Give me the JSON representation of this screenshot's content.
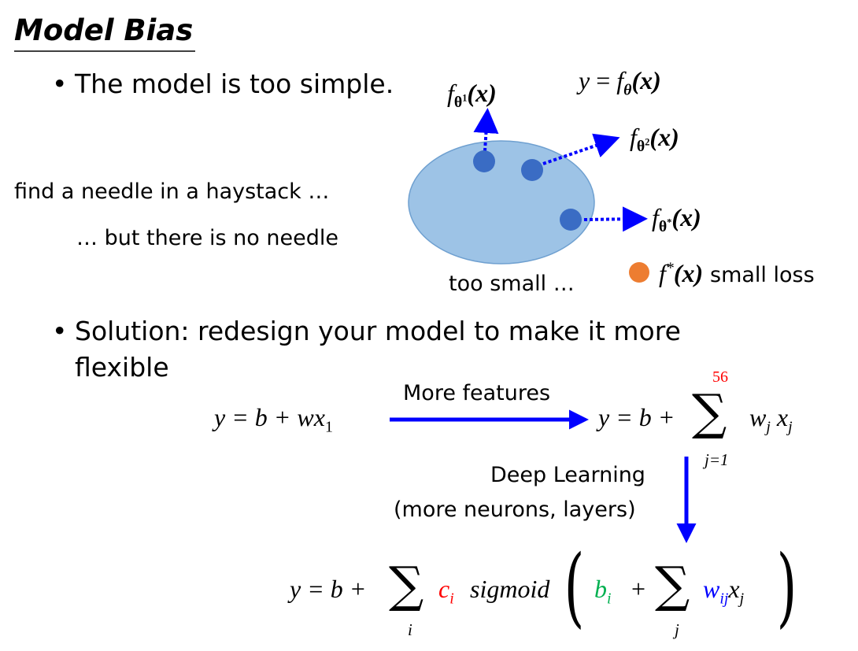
{
  "title": "Model Bias",
  "bullets": [
    "The model is too simple.",
    "Solution: redesign your model to make it more",
    "flexible"
  ],
  "bullet_symbol": "•",
  "haystack": {
    "line1": "find a needle in a haystack …",
    "line2": "… but there is no needle"
  },
  "diagram": {
    "model_eq": {
      "y": "y",
      "eq": "=",
      "f": "f",
      "sub": "θ",
      "arg": "(x)"
    },
    "f1": {
      "f": "f",
      "sub": "θ",
      "sup": "1",
      "arg": "(x)"
    },
    "f2": {
      "f": "f",
      "sub": "θ",
      "sup": "2",
      "arg": "(x)"
    },
    "fstar": {
      "f": "f",
      "sub": "θ",
      "sup": "*",
      "arg": "(x)"
    },
    "too_small": "too small …",
    "optimal": {
      "f": "f",
      "sup": "*",
      "arg": "(x)",
      "label": "small loss"
    },
    "colors": {
      "set": "#9dc3e6",
      "point": "#3a6cc4",
      "optimal": "#ed7d31",
      "arrow": "#0000ff"
    }
  },
  "formulas": {
    "linear": {
      "lhs": "y = b + wx",
      "sub": "1"
    },
    "more_features": "More features",
    "features": {
      "lhs": "y = b +",
      "sigma": "∑",
      "upper": "56",
      "lower": "j=1",
      "w": "w",
      "wsub": "j",
      "x": "x",
      "xsub": "j"
    },
    "deep_learning": {
      "line1": "Deep Learning",
      "line2": "(more neurons, layers)"
    },
    "deep": {
      "lhs": "y = b +",
      "sigma": "∑",
      "lower_i": "i",
      "c": "c",
      "csub": "i",
      "sigmoid": "sigmoid",
      "lparen": "(",
      "b": "b",
      "bsub": "i",
      "plus": "+",
      "lower_j": "j",
      "w": "w",
      "wsub": "ij",
      "x": "x",
      "xsub": "j",
      "rparen": ")"
    },
    "colors": {
      "red": "#ff0000",
      "green": "#00b050",
      "blue": "#0000ff"
    }
  }
}
